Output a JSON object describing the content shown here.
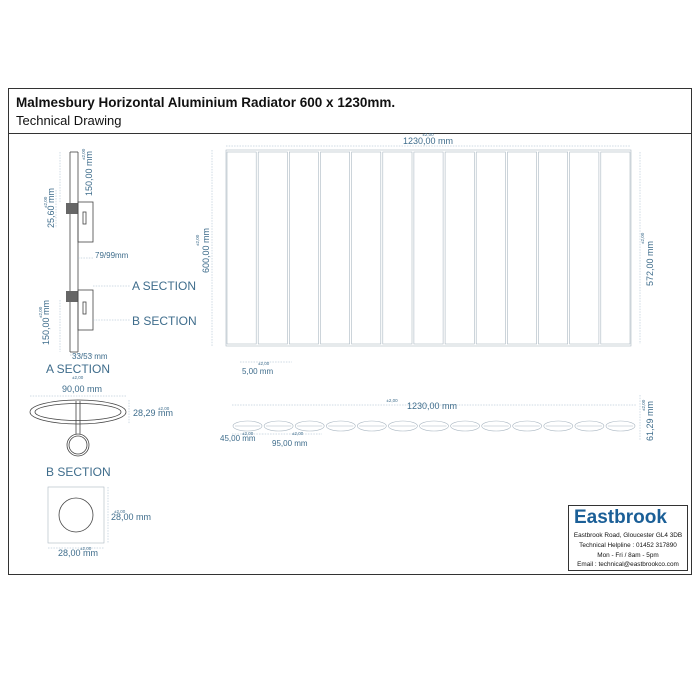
{
  "header": {
    "title": "Malmesbury Horizontal  Aluminium Radiator 600 x 1230mm.",
    "subtitle": "Technical Drawing"
  },
  "side_view": {
    "top_dim": "150,00 mm",
    "top_tol": "±2,00",
    "bracket_dim": "25,60 mm",
    "bracket_tol": "±2,00",
    "depth_dim": "79/99mm",
    "bottom_dim": "150,00 mm",
    "bottom_tol": "±2,00",
    "base_dim": "33/53 mm",
    "label_a": "A SECTION",
    "label_b": "B SECTION"
  },
  "front_view": {
    "width_dim": "1230,00 mm",
    "width_tol": "±2,00",
    "height_dim": "600,00 mm",
    "height_tol": "±2,00",
    "inner_height_dim": "572,00 mm",
    "inner_height_tol": "±2,00",
    "gap_dim": "5,00 mm",
    "gap_tol": "±2,00",
    "column_count": 13
  },
  "top_view": {
    "width_dim": "1230,00 mm",
    "width_tol": "±2,00",
    "tube_dim": "45,00 mm",
    "tube_tol": "±2,00",
    "pitch_dim": "95,00 mm",
    "pitch_tol": "±2,00",
    "depth_dim": "61,29 mm",
    "depth_tol": "±2,00",
    "tube_count": 13
  },
  "a_section": {
    "label": "A SECTION",
    "width_dim": "90,00 mm",
    "width_tol": "±2,00",
    "height_dim": "28,29 mm",
    "height_tol": "±2,00"
  },
  "b_section": {
    "label": "B SECTION",
    "width_dim": "28,00 mm",
    "width_tol": "±2,00",
    "height_dim": "28,00 mm",
    "height_tol": "±2,00"
  },
  "company": {
    "name": "Eastbrook",
    "address": "Eastbrook Road, Gloucester GL4 3DB",
    "helpline": "Technical Helpline : 01452 317890",
    "hours": "Mon - Fri / 8am - 5pm",
    "email": "Email : technical@eastbrookco.com"
  },
  "colors": {
    "dimension": "#3f6d8c",
    "brand": "#1b5f97",
    "outline": "#333333"
  }
}
